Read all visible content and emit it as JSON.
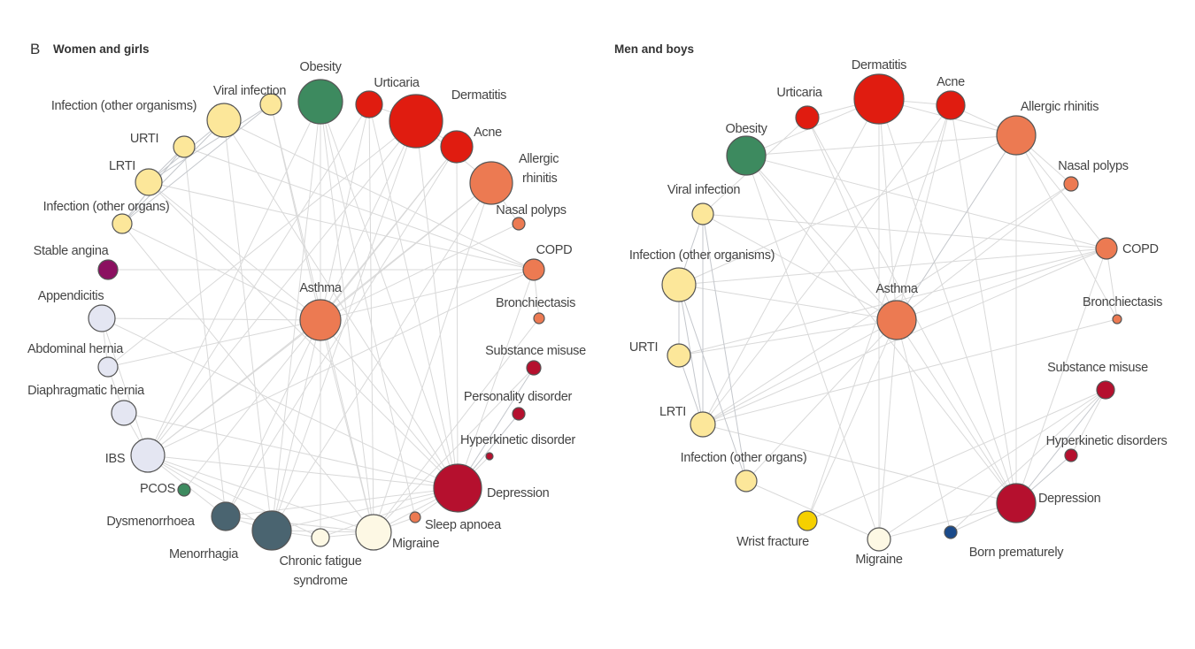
{
  "panel_letter": "B",
  "colors": {
    "skin": "#e01c10",
    "resp": "#ec7a52",
    "mental": "#b5102e",
    "infection": "#fce79a",
    "obesity": "#3d8a5f",
    "angina": "#8b1060",
    "digestive": "#e4e6f2",
    "gyn": "#4a6470",
    "neuro": "#fdf8e4",
    "fracture": "#f5d000",
    "premature": "#1a4a8a",
    "edge": "#d9d9d9"
  },
  "panels": [
    {
      "title": "Women and girls",
      "nodes": [
        {
          "id": "obesity",
          "label": "Obesity",
          "group": "obesity"
        },
        {
          "id": "urticaria",
          "label": "Urticaria",
          "group": "skin"
        },
        {
          "id": "dermatitis",
          "label": "Dermatitis",
          "group": "skin"
        },
        {
          "id": "acne",
          "label": "Acne",
          "group": "skin"
        },
        {
          "id": "allergic",
          "label": "Allergic rhinitis",
          "label_lines": [
            "Allergic",
            "rhinitis"
          ],
          "group": "resp"
        },
        {
          "id": "nasal",
          "label": "Nasal polyps",
          "group": "resp"
        },
        {
          "id": "copd",
          "label": "COPD",
          "group": "resp"
        },
        {
          "id": "bronch",
          "label": "Bronchiectasis",
          "group": "resp"
        },
        {
          "id": "substance",
          "label": "Substance misuse",
          "group": "mental"
        },
        {
          "id": "personality",
          "label": "Personality disorder",
          "group": "mental"
        },
        {
          "id": "hyperkinetic",
          "label": "Hyperkinetic disorder",
          "group": "mental"
        },
        {
          "id": "depression",
          "label": "Depression",
          "group": "mental"
        },
        {
          "id": "sleep",
          "label": "Sleep apnoea",
          "group": "resp"
        },
        {
          "id": "migraine",
          "label": "Migraine",
          "group": "neuro"
        },
        {
          "id": "cfs",
          "label": "Chronic fatigue syndrome",
          "label_lines": [
            "Chronic fatigue",
            "syndrome"
          ],
          "group": "neuro"
        },
        {
          "id": "menorrhagia",
          "label": "Menorrhagia",
          "group": "gyn"
        },
        {
          "id": "dysmen",
          "label": "Dysmenorrhoea",
          "group": "gyn"
        },
        {
          "id": "pcos",
          "label": "PCOS",
          "group": "obesity"
        },
        {
          "id": "ibs",
          "label": "IBS",
          "group": "digestive"
        },
        {
          "id": "diaph",
          "label": "Diaphragmatic hernia",
          "group": "digestive"
        },
        {
          "id": "abdom",
          "label": "Abdominal hernia",
          "group": "digestive"
        },
        {
          "id": "append",
          "label": "Appendicitis",
          "group": "digestive"
        },
        {
          "id": "angina",
          "label": "Stable angina",
          "group": "angina"
        },
        {
          "id": "inforgans",
          "label": "Infection (other organs)",
          "group": "infection"
        },
        {
          "id": "lrti",
          "label": "LRTI",
          "group": "infection"
        },
        {
          "id": "urti",
          "label": "URTI",
          "group": "infection"
        },
        {
          "id": "inforg",
          "label": "Infection (other organisms)",
          "group": "infection"
        },
        {
          "id": "viral",
          "label": "Viral infection",
          "group": "infection"
        },
        {
          "id": "asthma",
          "label": "Asthma",
          "group": "resp"
        }
      ],
      "strong_edges": [
        [
          "viral",
          "inforgans"
        ],
        [
          "inforg",
          "inforgans"
        ],
        [
          "urti",
          "lrti"
        ],
        [
          "viral",
          "lrti"
        ],
        [
          "inforg",
          "lrti"
        ],
        [
          "urti",
          "inforgans"
        ],
        [
          "depression",
          "substance"
        ],
        [
          "depression",
          "personality"
        ]
      ],
      "edges": [
        [
          "asthma",
          "allergic"
        ],
        [
          "asthma",
          "copd"
        ],
        [
          "asthma",
          "dermatitis"
        ],
        [
          "asthma",
          "obesity"
        ],
        [
          "asthma",
          "depression"
        ],
        [
          "asthma",
          "ibs"
        ],
        [
          "asthma",
          "migraine"
        ],
        [
          "asthma",
          "append"
        ],
        [
          "asthma",
          "menorrhagia"
        ],
        [
          "asthma",
          "cfs"
        ],
        [
          "asthma",
          "inforgans"
        ],
        [
          "asthma",
          "lrti"
        ],
        [
          "asthma",
          "acne"
        ],
        [
          "asthma",
          "urticaria"
        ],
        [
          "asthma",
          "nasal"
        ],
        [
          "asthma",
          "abdom"
        ],
        [
          "asthma",
          "dysmen"
        ],
        [
          "angina",
          "copd"
        ],
        [
          "lrti",
          "copd"
        ],
        [
          "inforg",
          "copd"
        ],
        [
          "obesity",
          "depression"
        ],
        [
          "obesity",
          "menorrhagia"
        ],
        [
          "obesity",
          "migraine"
        ],
        [
          "obesity",
          "cfs"
        ],
        [
          "obesity",
          "ibs"
        ],
        [
          "dermatitis",
          "depression"
        ],
        [
          "dermatitis",
          "ibs"
        ],
        [
          "dermatitis",
          "menorrhagia"
        ],
        [
          "acne",
          "depression"
        ],
        [
          "acne",
          "pcos"
        ],
        [
          "acne",
          "dysmen"
        ],
        [
          "allergic",
          "ibs"
        ],
        [
          "allergic",
          "migraine"
        ],
        [
          "allergic",
          "menorrhagia"
        ],
        [
          "urticaria",
          "ibs"
        ],
        [
          "urticaria",
          "migraine"
        ],
        [
          "urticaria",
          "depression"
        ],
        [
          "depression",
          "ibs"
        ],
        [
          "depression",
          "migraine"
        ],
        [
          "depression",
          "cfs"
        ],
        [
          "depression",
          "menorrhagia"
        ],
        [
          "depression",
          "dysmen"
        ],
        [
          "depression",
          "sleep"
        ],
        [
          "depression",
          "hyperkinetic"
        ],
        [
          "ibs",
          "menorrhagia"
        ],
        [
          "ibs",
          "dysmen"
        ],
        [
          "ibs",
          "cfs"
        ],
        [
          "ibs",
          "migraine"
        ],
        [
          "menorrhagia",
          "dysmen"
        ],
        [
          "menorrhagia",
          "cfs"
        ],
        [
          "menorrhagia",
          "migraine"
        ],
        [
          "dysmen",
          "migraine"
        ],
        [
          "cfs",
          "migraine"
        ],
        [
          "migraine",
          "sleep"
        ],
        [
          "diaph",
          "abdom"
        ],
        [
          "abdom",
          "append"
        ],
        [
          "diaph",
          "ibs"
        ],
        [
          "append",
          "ibs"
        ],
        [
          "inforgans",
          "migraine"
        ],
        [
          "viral",
          "migraine"
        ],
        [
          "inforg",
          "depression"
        ],
        [
          "lrti",
          "depression"
        ],
        [
          "urti",
          "dysmen"
        ],
        [
          "nasal",
          "allergic"
        ],
        [
          "copd",
          "bronch"
        ],
        [
          "copd",
          "depression"
        ],
        [
          "allergic",
          "dermatitis"
        ],
        [
          "dermatitis",
          "acne"
        ],
        [
          "urticaria",
          "dermatitis"
        ],
        [
          "viral",
          "asthma"
        ],
        [
          "bronch",
          "migraine"
        ],
        [
          "copd",
          "ibs"
        ],
        [
          "append",
          "depression"
        ],
        [
          "abdom",
          "dermatitis"
        ],
        [
          "diaph",
          "depression"
        ],
        [
          "obesity",
          "sleep"
        ],
        [
          "substance",
          "migraine"
        ],
        [
          "inforg",
          "menorrhagia"
        ],
        [
          "urti",
          "copd"
        ]
      ]
    },
    {
      "title": "Men and boys",
      "nodes": [
        {
          "id": "dermatitis",
          "label": "Dermatitis",
          "group": "skin"
        },
        {
          "id": "urticaria",
          "label": "Urticaria",
          "group": "skin"
        },
        {
          "id": "acne",
          "label": "Acne",
          "group": "skin"
        },
        {
          "id": "allergic",
          "label": "Allergic rhinitis",
          "group": "resp"
        },
        {
          "id": "nasal",
          "label": "Nasal polyps",
          "group": "resp"
        },
        {
          "id": "copd",
          "label": "COPD",
          "group": "resp"
        },
        {
          "id": "bronch",
          "label": "Bronchiectasis",
          "group": "resp"
        },
        {
          "id": "substance",
          "label": "Substance misuse",
          "group": "mental"
        },
        {
          "id": "hyperkinetic",
          "label": "Hyperkinetic disorders",
          "group": "mental"
        },
        {
          "id": "depression",
          "label": "Depression",
          "group": "mental"
        },
        {
          "id": "premature",
          "label": "Born prematurely",
          "group": "premature"
        },
        {
          "id": "migraine",
          "label": "Migraine",
          "group": "neuro"
        },
        {
          "id": "wrist",
          "label": "Wrist fracture",
          "group": "fracture"
        },
        {
          "id": "inforgans",
          "label": "Infection (other organs)",
          "group": "infection"
        },
        {
          "id": "lrti",
          "label": "LRTI",
          "group": "infection"
        },
        {
          "id": "urti",
          "label": "URTI",
          "group": "infection"
        },
        {
          "id": "inforg",
          "label": "Infection (other organisms)",
          "group": "infection"
        },
        {
          "id": "viral",
          "label": "Viral infection",
          "group": "infection"
        },
        {
          "id": "obesity",
          "label": "Obesity",
          "group": "obesity"
        },
        {
          "id": "asthma",
          "label": "Asthma",
          "group": "resp"
        }
      ],
      "strong_edges": [
        [
          "inforg",
          "urti"
        ],
        [
          "inforg",
          "lrti"
        ],
        [
          "urti",
          "lrti"
        ],
        [
          "viral",
          "inforgans"
        ],
        [
          "viral",
          "lrti"
        ],
        [
          "inforg",
          "inforgans"
        ],
        [
          "viral",
          "inforg"
        ],
        [
          "asthma",
          "allergic"
        ],
        [
          "depression",
          "substance"
        ],
        [
          "depression",
          "hyperkinetic"
        ]
      ],
      "edges": [
        [
          "asthma",
          "dermatitis"
        ],
        [
          "asthma",
          "copd"
        ],
        [
          "asthma",
          "obesity"
        ],
        [
          "asthma",
          "depression"
        ],
        [
          "asthma",
          "acne"
        ],
        [
          "asthma",
          "urticaria"
        ],
        [
          "asthma",
          "migraine"
        ],
        [
          "asthma",
          "lrti"
        ],
        [
          "asthma",
          "inforgans"
        ],
        [
          "asthma",
          "urti"
        ],
        [
          "asthma",
          "wrist"
        ],
        [
          "asthma",
          "premature"
        ],
        [
          "asthma",
          "nasal"
        ],
        [
          "asthma",
          "inforg"
        ],
        [
          "asthma",
          "viral"
        ],
        [
          "dermatitis",
          "acne"
        ],
        [
          "dermatitis",
          "urticaria"
        ],
        [
          "dermatitis",
          "allergic"
        ],
        [
          "dermatitis",
          "obesity"
        ],
        [
          "dermatitis",
          "depression"
        ],
        [
          "dermatitis",
          "migraine"
        ],
        [
          "dermatitis",
          "lrti"
        ],
        [
          "acne",
          "allergic"
        ],
        [
          "acne",
          "depression"
        ],
        [
          "acne",
          "wrist"
        ],
        [
          "acne",
          "lrti"
        ],
        [
          "allergic",
          "nasal"
        ],
        [
          "allergic",
          "copd"
        ],
        [
          "allergic",
          "depression"
        ],
        [
          "allergic",
          "inforg"
        ],
        [
          "allergic",
          "bronch"
        ],
        [
          "copd",
          "lrti"
        ],
        [
          "copd",
          "inforg"
        ],
        [
          "copd",
          "depression"
        ],
        [
          "copd",
          "bronch"
        ],
        [
          "substance",
          "hyperkinetic"
        ],
        [
          "substance",
          "migraine"
        ],
        [
          "substance",
          "premature"
        ],
        [
          "depression",
          "migraine"
        ],
        [
          "depression",
          "obesity"
        ],
        [
          "depression",
          "lrti"
        ],
        [
          "depression",
          "premature"
        ],
        [
          "obesity",
          "migraine"
        ],
        [
          "obesity",
          "allergic"
        ],
        [
          "urticaria",
          "depression"
        ],
        [
          "urticaria",
          "viral"
        ],
        [
          "viral",
          "copd"
        ],
        [
          "inforgans",
          "migraine"
        ],
        [
          "lrti",
          "bronch"
        ],
        [
          "urti",
          "copd"
        ],
        [
          "wrist",
          "substance"
        ],
        [
          "nasal",
          "lrti"
        ],
        [
          "obesity",
          "copd"
        ]
      ]
    }
  ]
}
